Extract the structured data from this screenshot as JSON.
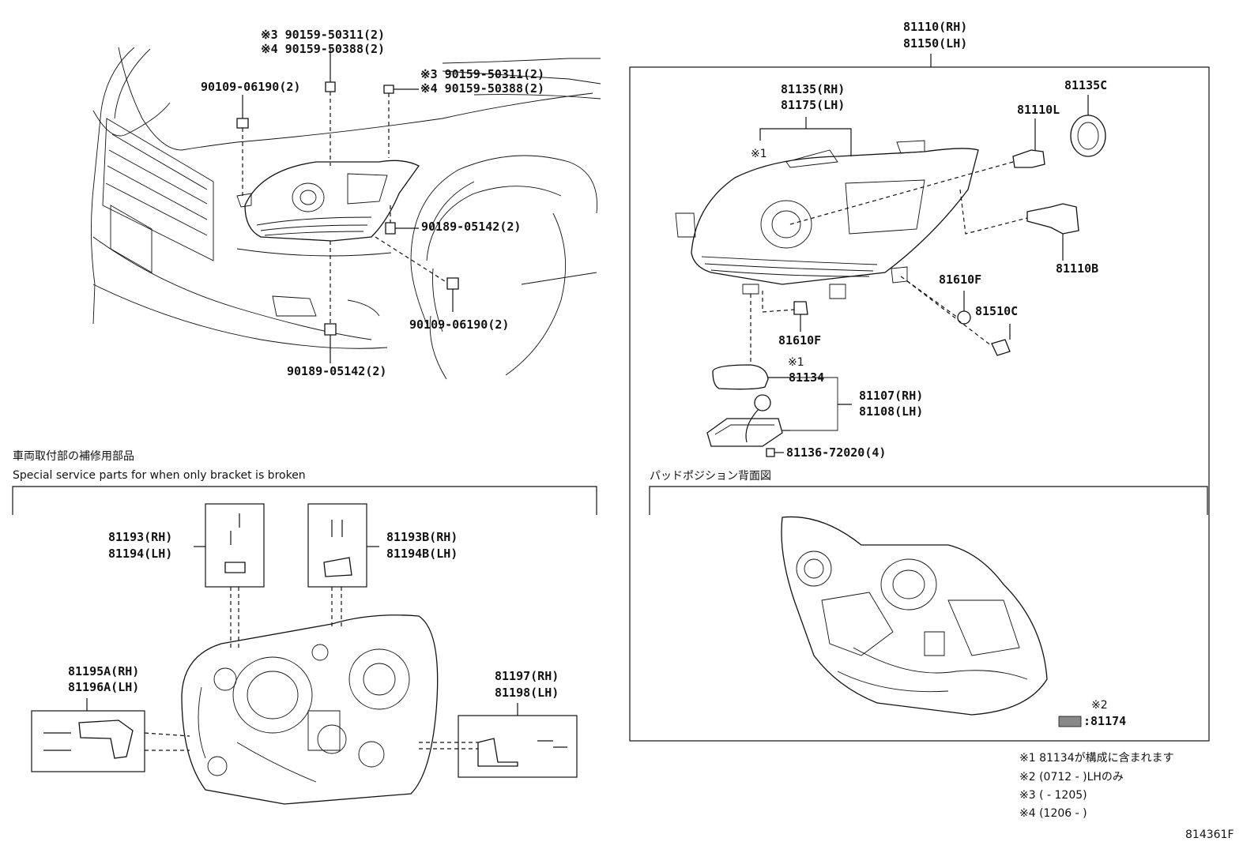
{
  "top_left": {
    "bolt_a": [
      "※3 90159-50311(2)",
      "※4 90159-50388(2)"
    ],
    "bolt_b": [
      "※3 90159-50311(2)",
      "※4 90159-50388(2)"
    ],
    "screw_top": "90109-06190(2)",
    "screw_right": "90189-05142(2)",
    "screw_lower": "90109-06190(2)",
    "screw_bottom": "90189-05142(2)"
  },
  "headlamp": {
    "assy": [
      "81110(RH)",
      "81150(LH)"
    ],
    "body": [
      "81135(RH)",
      "81175(LH)"
    ],
    "mark1": "※1",
    "socket_cap": "81135C",
    "bulb_l": "81110L",
    "bulb_b": "81110B",
    "bulb_f_right": "81610F",
    "bulb_f_bottom": "81610F",
    "bulb_c": "81510C",
    "gasket_mark": "※1",
    "gasket": "81134",
    "ballast": [
      "81107(RH)",
      "81108(LH)"
    ],
    "ballast_screw": "81136-72020(4)"
  },
  "pad_position": {
    "title": "パッドポジション背面図",
    "mark2": "※2",
    "pad_part": ":81174"
  },
  "repair_parts": {
    "title_jp": "車両取付部の補修用部品",
    "title_en": "Special service parts for when only bracket is broken",
    "bracket_a": [
      "81193(RH)",
      "81194(LH)"
    ],
    "bracket_b": [
      "81193B(RH)",
      "81194B(LH)"
    ],
    "bracket_c": [
      "81195A(RH)",
      "81196A(LH)"
    ],
    "bracket_d": [
      "81197(RH)",
      "81198(LH)"
    ]
  },
  "notes": [
    "※1 81134が構成に含まれます",
    "※2 (0712 -         )LHのみ",
    "※3 (      - 1205)",
    "※4 (1206 -      )"
  ],
  "figure_id": "814361F"
}
